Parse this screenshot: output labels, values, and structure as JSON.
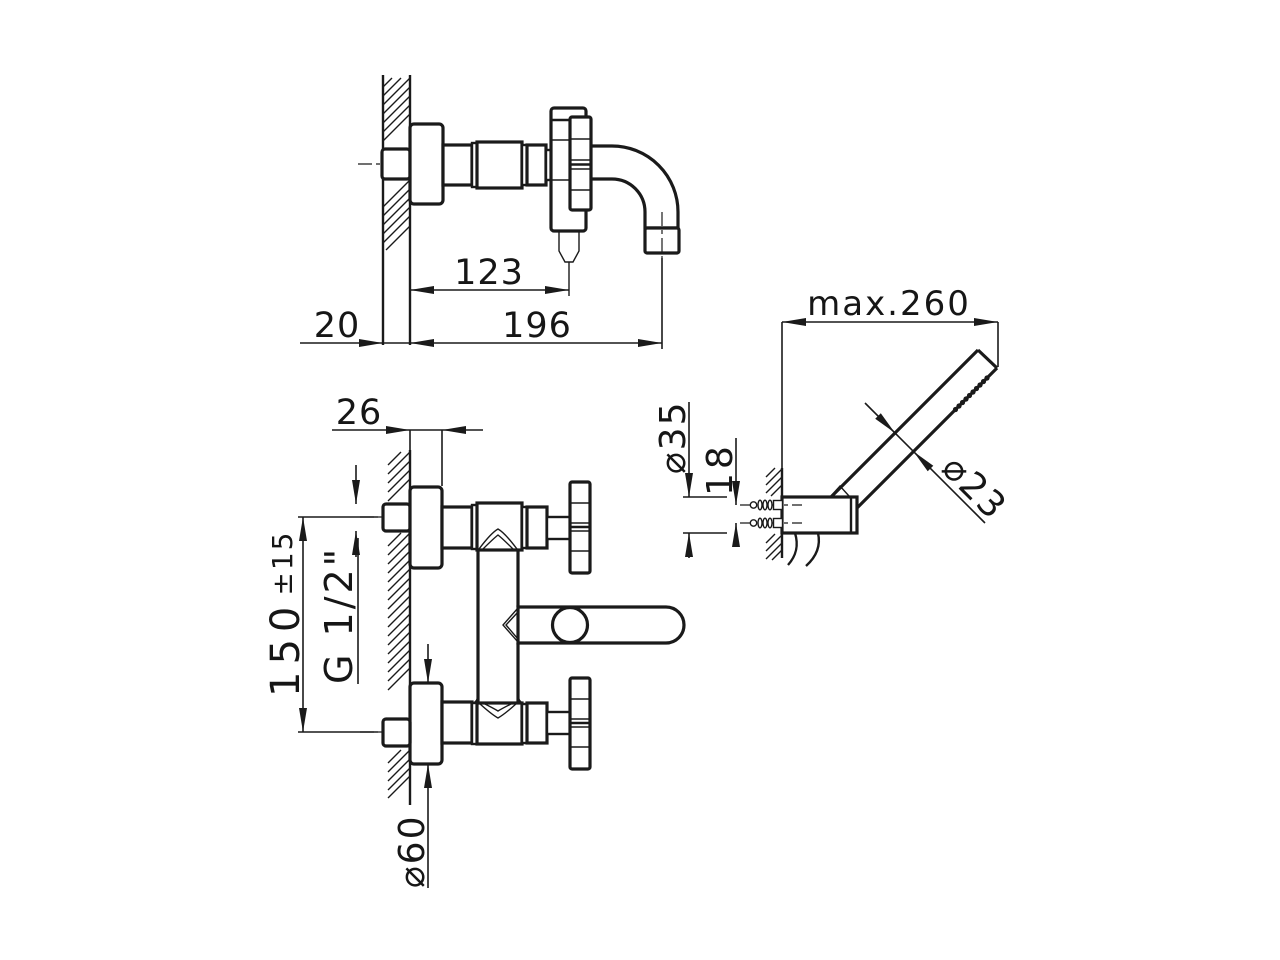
{
  "drawing": {
    "title": "wall-mounted bath shower mixer installation drawing",
    "side_view": {
      "dim_wall_thickness": "20",
      "dim_spout_to_outlet": "123",
      "dim_spout_reach": "196"
    },
    "front_view": {
      "dim_flange_depth": "26",
      "dim_union_spacing": "150",
      "dim_union_tolerance": "±15",
      "dim_thread": "G 1/2\"",
      "dim_flange_diameter": "⌀60"
    },
    "shower_view": {
      "dim_hose_reach": "max.260",
      "dim_plate_diameter": "⌀35",
      "dim_screw_spacing": "18",
      "dim_handle_diameter": "⌀23"
    },
    "colors": {
      "line": "#1a1a1a",
      "background": "#ffffff"
    }
  }
}
